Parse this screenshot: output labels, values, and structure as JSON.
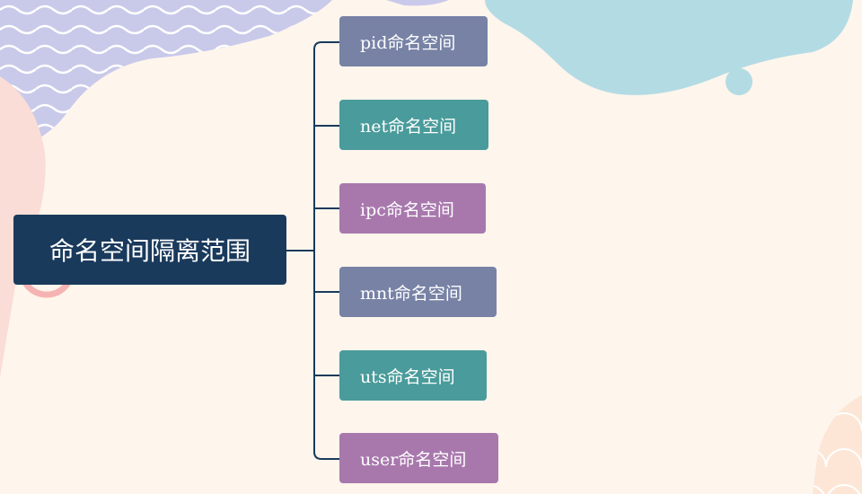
{
  "colors": {
    "background": "#fef5ec",
    "root_fill": "#1a3a5c",
    "connector": "#1a3a5c",
    "slate": "#7782a5",
    "teal": "#4a9b9b",
    "purple": "#a878ad",
    "blob_lavender": "#c9c9ea",
    "blob_blue": "#b3dbe4",
    "blob_pink": "#f9ddd6",
    "blob_peach": "#fde6d6"
  },
  "mindmap": {
    "root": {
      "label": "命名空间隔离范围"
    },
    "children": [
      {
        "label": "pid命名空间",
        "color": "#7782a5"
      },
      {
        "label": "net命名空间",
        "color": "#4a9b9b"
      },
      {
        "label": "ipc命名空间",
        "color": "#a878ad"
      },
      {
        "label": "mnt命名空间",
        "color": "#7782a5"
      },
      {
        "label": "uts命名空间",
        "color": "#4a9b9b"
      },
      {
        "label": "user命名空间",
        "color": "#a878ad"
      }
    ]
  }
}
